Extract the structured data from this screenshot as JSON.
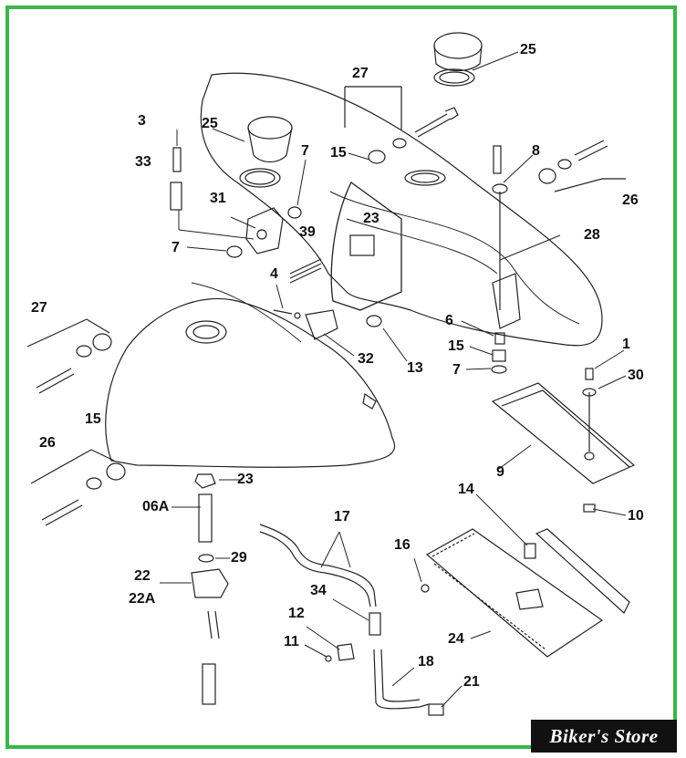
{
  "brand": {
    "label": "Biker's Store"
  },
  "callouts": [
    {
      "id": "25a",
      "text": "25"
    },
    {
      "id": "27a",
      "text": "27"
    },
    {
      "id": "3",
      "text": "3"
    },
    {
      "id": "25b",
      "text": "25"
    },
    {
      "id": "7a",
      "text": "7"
    },
    {
      "id": "15a",
      "text": "15"
    },
    {
      "id": "8",
      "text": "8"
    },
    {
      "id": "26a",
      "text": "26"
    },
    {
      "id": "33",
      "text": "33"
    },
    {
      "id": "31",
      "text": "31"
    },
    {
      "id": "23a",
      "text": "23"
    },
    {
      "id": "7b",
      "text": "7"
    },
    {
      "id": "39",
      "text": "39"
    },
    {
      "id": "28",
      "text": "28"
    },
    {
      "id": "4",
      "text": "4"
    },
    {
      "id": "27b",
      "text": "27"
    },
    {
      "id": "6",
      "text": "6"
    },
    {
      "id": "15b",
      "text": "15"
    },
    {
      "id": "32",
      "text": "32"
    },
    {
      "id": "13",
      "text": "13"
    },
    {
      "id": "7c",
      "text": "7"
    },
    {
      "id": "1",
      "text": "1"
    },
    {
      "id": "30",
      "text": "30"
    },
    {
      "id": "15c",
      "text": "15"
    },
    {
      "id": "26b",
      "text": "26"
    },
    {
      "id": "9",
      "text": "9"
    },
    {
      "id": "23b",
      "text": "23"
    },
    {
      "id": "14",
      "text": "14"
    },
    {
      "id": "06A",
      "text": "06A"
    },
    {
      "id": "17",
      "text": "17"
    },
    {
      "id": "10",
      "text": "10"
    },
    {
      "id": "16",
      "text": "16"
    },
    {
      "id": "29",
      "text": "29"
    },
    {
      "id": "22",
      "text": "22"
    },
    {
      "id": "22A",
      "text": "22A"
    },
    {
      "id": "34",
      "text": "34"
    },
    {
      "id": "12",
      "text": "12"
    },
    {
      "id": "24",
      "text": "24"
    },
    {
      "id": "11",
      "text": "11"
    },
    {
      "id": "18",
      "text": "18"
    },
    {
      "id": "21",
      "text": "21"
    }
  ]
}
